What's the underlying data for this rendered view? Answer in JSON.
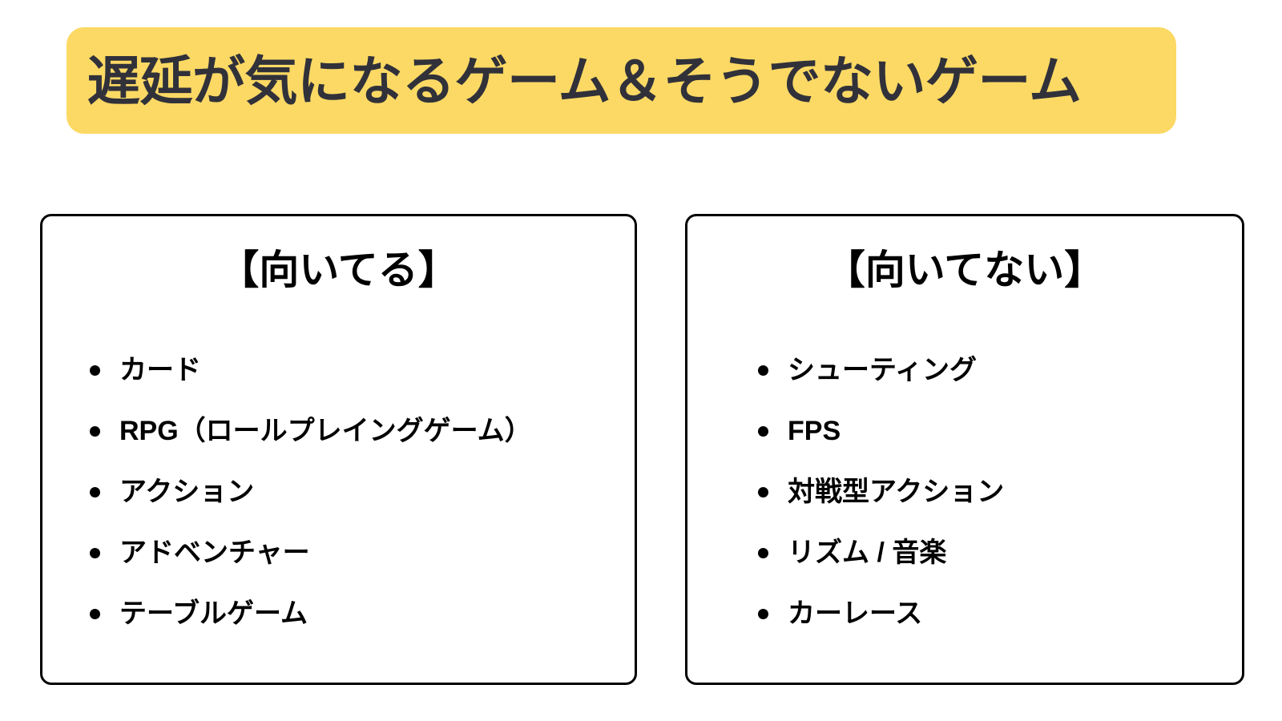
{
  "banner": {
    "title": "遅延が気になるゲーム＆そうでないゲーム",
    "background_color": "#FBD964",
    "text_color": "#31313A"
  },
  "page": {
    "background_color": "#FFFFFF",
    "border_color": "#000000"
  },
  "cards": [
    {
      "header": "【向いてる】",
      "items": [
        "カード",
        "RPG（ロールプレイングゲーム）",
        "アクション",
        "アドベンチャー",
        "テーブルゲーム"
      ]
    },
    {
      "header": "【向いてない】",
      "items": [
        "シューティング",
        "FPS",
        "対戦型アクション",
        "リズム / 音楽",
        "カーレース"
      ]
    }
  ]
}
